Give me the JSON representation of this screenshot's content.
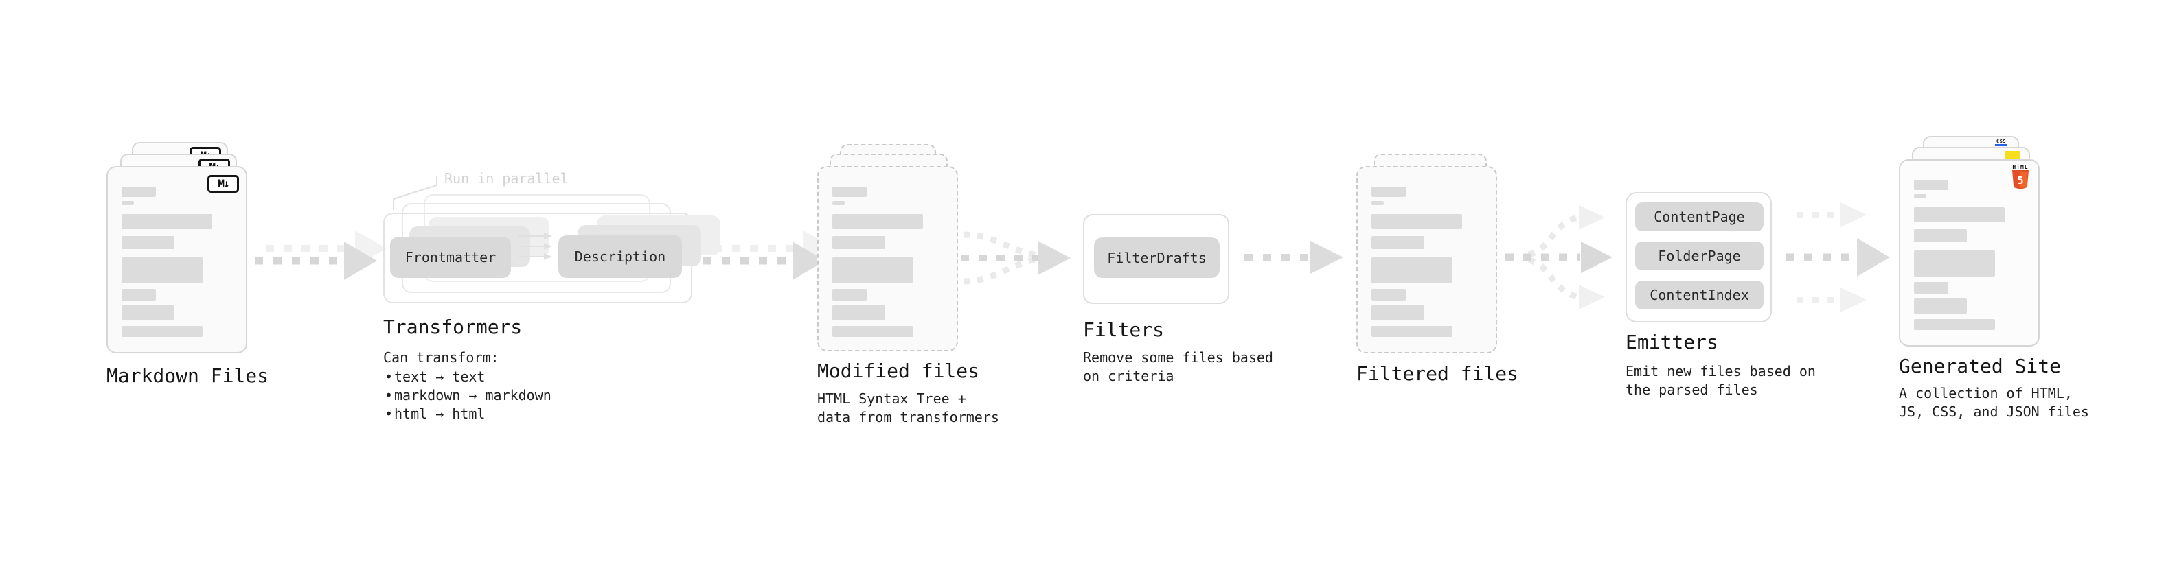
{
  "markdown_files": {
    "label": "Markdown Files",
    "icon_text": "M↓"
  },
  "transformers": {
    "label": "Transformers",
    "note": "Run in parallel",
    "pill_from": "Frontmatter",
    "pill_to": "Description",
    "desc_title": "Can transform:",
    "bullets": [
      "text → text",
      "markdown → markdown",
      "html → html"
    ]
  },
  "modified_files": {
    "label": "Modified files",
    "desc": "HTML Syntax Tree +\ndata from transformers"
  },
  "filters": {
    "label": "Filters",
    "pill": "FilterDrafts",
    "desc": "Remove some files based\non criteria"
  },
  "filtered_files": {
    "label": "Filtered files"
  },
  "emitters": {
    "label": "Emitters",
    "pills": [
      "ContentPage",
      "FolderPage",
      "ContentIndex"
    ],
    "desc": "Emit new files based on\nthe parsed files"
  },
  "generated_site": {
    "label": "Generated Site",
    "desc": "A collection of HTML,\nJS, CSS, and JSON files",
    "html_label": "HTML",
    "html_five": "5",
    "css_label": "CSS"
  },
  "colors": {
    "html5_orange": "#e44d26",
    "html5_orange_light": "#f16529",
    "js_yellow": "#f7df1e",
    "css_blue": "#2862e9"
  }
}
